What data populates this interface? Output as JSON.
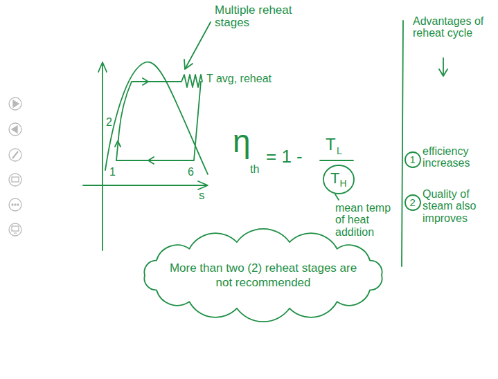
{
  "diagram": {
    "nodes": [
      {
        "text": [
          "T",
          "H"
        ]
      },
      {
        "text": [
          "1"
        ]
      },
      {
        "text": [
          "2"
        ]
      },
      {
        "text": [
          "More than two (2) reheat stages are not recommended"
        ]
      }
    ],
    "labels": [
      "Multiple reheat stages",
      "T avg, reheat",
      "2",
      "1",
      "6",
      "s",
      "η",
      "th",
      "= 1 -",
      "T",
      "L",
      "mean temp of heat addition",
      "Advantages of reheat cycle",
      "efficiency increases",
      "Quality of steam also improves"
    ]
  }
}
